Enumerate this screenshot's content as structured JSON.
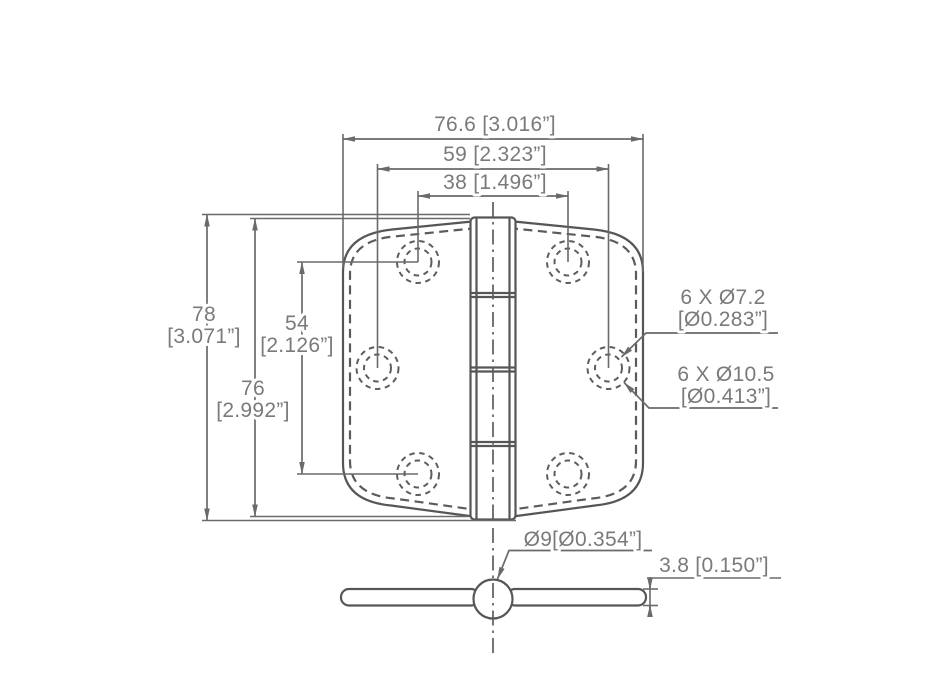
{
  "drawing": {
    "type": "hinge-technical-drawing",
    "units": "mm [inch]",
    "line_color": "#565656",
    "dim_color": "#6a6a6a",
    "text_color": "#7a7a7a",
    "background": "#ffffff"
  },
  "dimensions": {
    "overall_width": {
      "text": "76.6 [3.016”]"
    },
    "mid_hole_spacing": {
      "text": "59 [2.323”]"
    },
    "corner_hole_spacing": {
      "text": "38 [1.496”]"
    },
    "overall_height": {
      "mm": "78",
      "inch": "[3.071”]"
    },
    "hole_row_spacing": {
      "mm": "54",
      "inch": "[2.126”]"
    },
    "leaf_height": {
      "mm": "76",
      "inch": "[2.992”]"
    },
    "small_hole_callout": {
      "line1": "6 X Ø7.2",
      "line2": "[Ø0.283”]"
    },
    "large_hole_callout": {
      "line1": "6 X Ø10.5",
      "line2": "[Ø0.413”]"
    },
    "pin_diameter": {
      "text": "Ø9[Ø0.354”]"
    },
    "leaf_thickness": {
      "text": "3.8 [0.150”]"
    }
  }
}
